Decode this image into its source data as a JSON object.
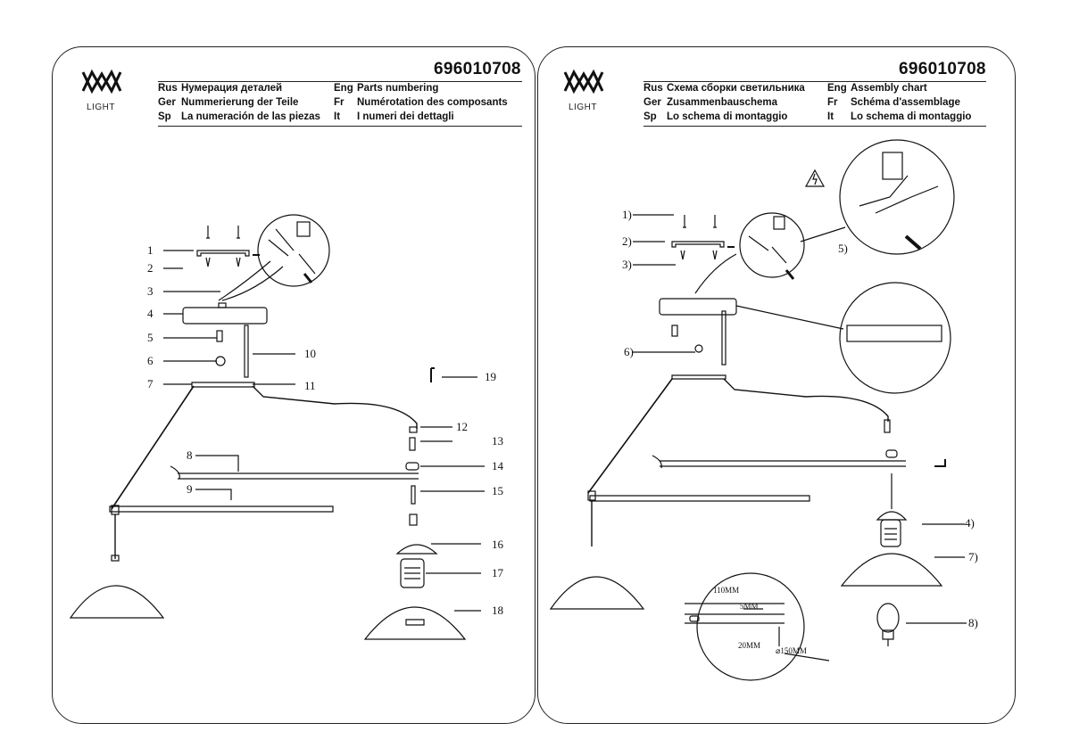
{
  "brand": {
    "logo_text": "LIGHT"
  },
  "left_page": {
    "product_code": "696010708",
    "headers": [
      {
        "lang": "Rus",
        "text": "Нумерация деталей"
      },
      {
        "lang": "Eng",
        "text": "Parts numbering"
      },
      {
        "lang": "Ger",
        "text": "Nummerierung der Teile"
      },
      {
        "lang": "Fr",
        "text": "Numérotation des composants"
      },
      {
        "lang": "Sp",
        "text": "La numeración de las piezas"
      },
      {
        "lang": "It",
        "text": "I numeri dei dettagli"
      }
    ],
    "callouts": [
      "1",
      "2",
      "3",
      "4",
      "5",
      "6",
      "7",
      "8",
      "9",
      "10",
      "11",
      "12",
      "13",
      "14",
      "15",
      "16",
      "17",
      "18",
      "19"
    ]
  },
  "right_page": {
    "product_code": "696010708",
    "headers": [
      {
        "lang": "Rus",
        "text": "Схема сборки светильника"
      },
      {
        "lang": "Eng",
        "text": "Assembly chart"
      },
      {
        "lang": "Ger",
        "text": "Zusammenbauschema"
      },
      {
        "lang": "Fr",
        "text": "Schéma d'assemblage"
      },
      {
        "lang": "Sp",
        "text": "Lo schema di montaggio"
      },
      {
        "lang": "It",
        "text": "Lo schema di montaggio"
      }
    ],
    "callouts": [
      "1)",
      "2)",
      "3)",
      "4)",
      "5)",
      "6)",
      "7)",
      "8)"
    ],
    "dimensions": {
      "width": "110MM",
      "gap": "5MM",
      "height": "20MM",
      "diameter": "⌀150MM"
    }
  }
}
